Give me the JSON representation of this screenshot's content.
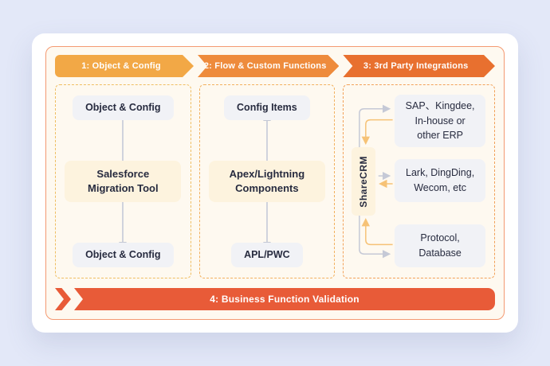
{
  "stages": [
    {
      "label": "1: Object & Config",
      "color": "#F2A846"
    },
    {
      "label": "2: Flow & Custom Functions",
      "color": "#EE8B3C"
    },
    {
      "label": "3: 3rd Party Integrations",
      "color": "#E8702F"
    }
  ],
  "columns": {
    "object_config": {
      "top": "Object & Config",
      "middle": "Salesforce Migration Tool",
      "bottom": "Object & Config"
    },
    "flow_functions": {
      "top": "Config Items",
      "middle": "Apex/Lightning Components",
      "bottom": "APL/PWC"
    },
    "integrations": {
      "hub": "ShareCRM",
      "targets": [
        "SAP、Kingdee,\nIn-house or\nother ERP",
        "Lark, DingDing,\nWecom, etc",
        "Protocol,\nDatabase"
      ]
    }
  },
  "footer": {
    "label": "4: Business Function Validation",
    "color": "#E85B38"
  },
  "colors": {
    "background": "#E3E8F8",
    "panel_bg": "#FEF9F0",
    "panel_border": "#F49A72",
    "box_bg": "#F1F2F6",
    "highlight_bg": "#FDF3DE",
    "outbound_arrow": "#C5C9D6",
    "inbound_arrow": "#F6C276",
    "text": "#272B3F"
  }
}
